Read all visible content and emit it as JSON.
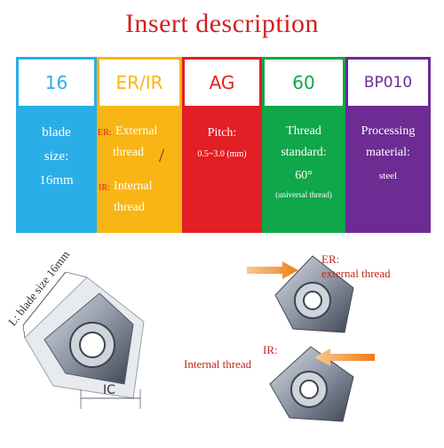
{
  "title": "Insert description",
  "codes": [
    {
      "text": "16",
      "color": "#2aaee8"
    },
    {
      "text": "ER/IR",
      "color": "#f9b513"
    },
    {
      "text": "AG",
      "color": "#e31e24"
    },
    {
      "text": "60",
      "color": "#10a64a"
    },
    {
      "text": "BP010",
      "color": "#6c2c93"
    }
  ],
  "panels": {
    "blade": {
      "line1": "blade",
      "line2": "size:",
      "line3": "16mm"
    },
    "direction": {
      "er_tag": "ER:",
      "er_text1": "External",
      "er_text2": "thread",
      "slash": "/",
      "ir_tag": "IR:",
      "ir_text1": "Internal",
      "ir_text2": "thread"
    },
    "pitch": {
      "line1": "Pitch:",
      "line2": "0.5~3.0 (mm)"
    },
    "thread": {
      "line1": "Thread",
      "line2": "standard:",
      "line3": "60°",
      "line4": "(universal thread)"
    },
    "material": {
      "line1": "Processing",
      "line2": "material:",
      "line3": "steel"
    }
  },
  "diagram": {
    "blade_label": "L: blade size 16mm",
    "ic_label": "IC",
    "er_tag": "ER:",
    "er_label": "external thread",
    "ir_tag": "IR:",
    "ir_label": "Internal thread",
    "arrow_color": "#f08a2a"
  }
}
